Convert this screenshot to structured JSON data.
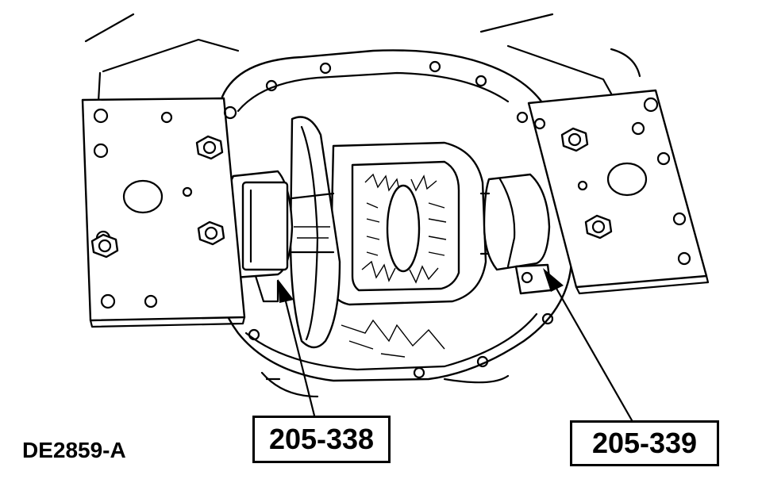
{
  "figure_id": "DE2859-A",
  "callouts": [
    {
      "id": "left",
      "label": "205-338"
    },
    {
      "id": "right",
      "label": "205-339"
    }
  ]
}
